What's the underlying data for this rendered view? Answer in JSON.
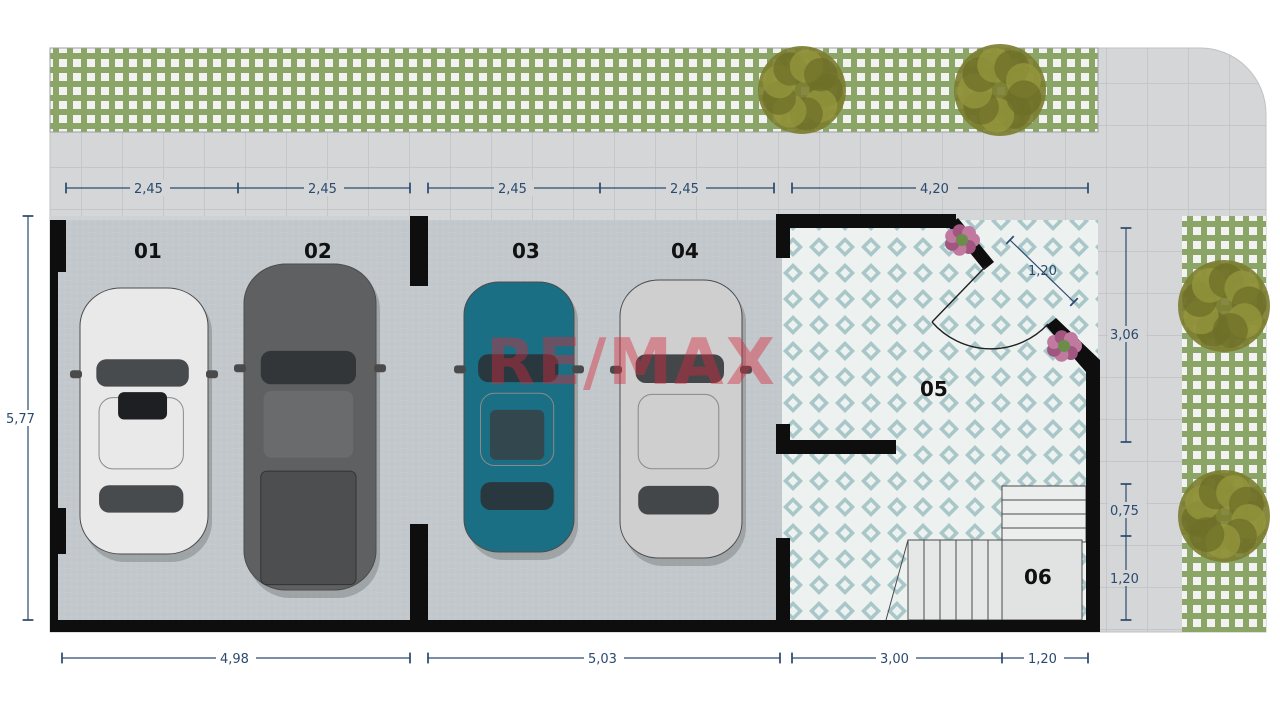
{
  "plan": {
    "watermark": "RE/MAX",
    "colors": {
      "wall": "#0e0e0e",
      "garage_floor": "#c3c8cc",
      "sidewalk": "#d4d6d8",
      "tile_grid": "#bfc2c4",
      "grass": "#8ba566",
      "tile_white": "#f2f2f2",
      "diamond_tile": "#a9c7c9",
      "dimension": "#2b4a6f",
      "car_white": "#e9e9e9",
      "car_dark": "#5f6062",
      "car_teal": "#1b6f84",
      "car_silver": "#cfcfcf",
      "shrub": "#7b7d2f",
      "flower": "#a0567f"
    },
    "rooms": [
      {
        "id": "01",
        "label": "01"
      },
      {
        "id": "02",
        "label": "02"
      },
      {
        "id": "03",
        "label": "03"
      },
      {
        "id": "04",
        "label": "04"
      },
      {
        "id": "05",
        "label": "05"
      },
      {
        "id": "06",
        "label": "06"
      }
    ],
    "dimensions": {
      "top": [
        "2,45",
        "2,45",
        "2,45",
        "2,45",
        "4,20"
      ],
      "bottom": [
        "4,98",
        "5,03",
        "3,00",
        "1,20"
      ],
      "left": "5,77",
      "right": [
        "3,06",
        "0,75",
        "1,20"
      ],
      "door": "1,20"
    },
    "cars": [
      {
        "name": "white-suv",
        "color_key": "car_white"
      },
      {
        "name": "dark-pickup",
        "color_key": "car_dark"
      },
      {
        "name": "teal-sedan",
        "color_key": "car_teal"
      },
      {
        "name": "silver-sedan",
        "color_key": "car_silver"
      }
    ]
  }
}
